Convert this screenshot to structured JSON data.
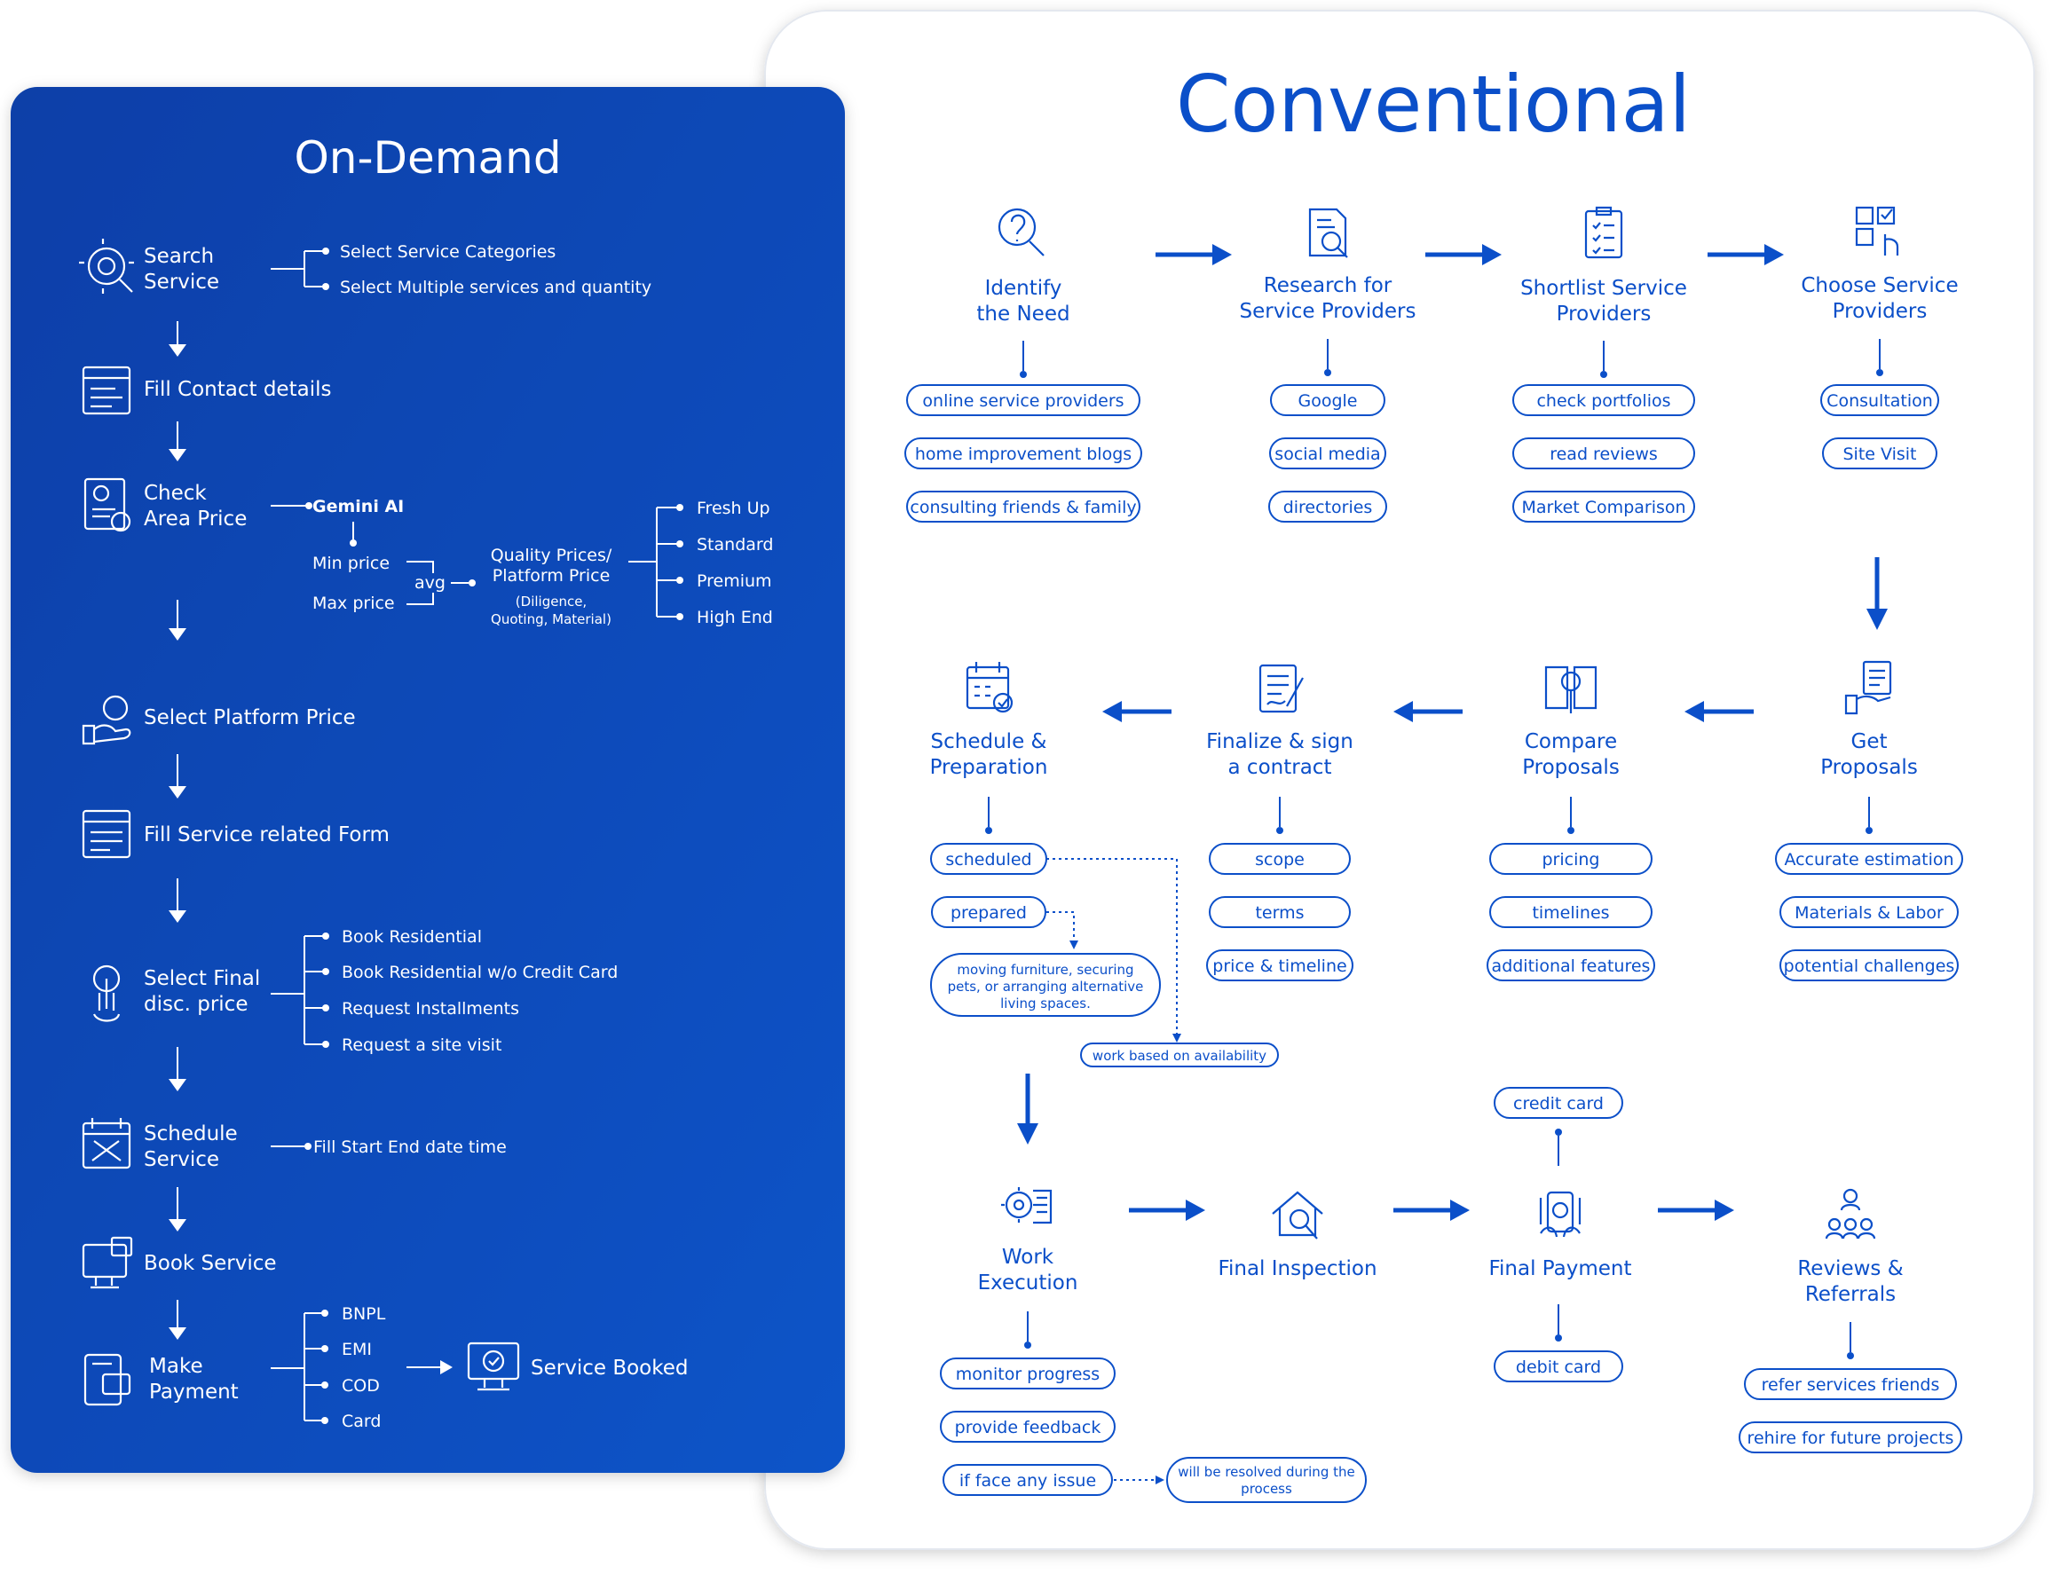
{
  "on_demand": {
    "title": "On-Demand",
    "search": {
      "label_line1": "Search",
      "label_line2": "Service",
      "options": [
        "Select Service Categories",
        "Select Multiple services and quantity"
      ]
    },
    "contact": {
      "label": "Fill Contact details"
    },
    "check": {
      "label_line1": "Check",
      "label_line2": "Area Price",
      "source": "Gemini AI",
      "min": "Min price",
      "max": "Max price",
      "avg": "avg",
      "quality_line1": "Quality Prices/",
      "quality_line2": "Platform Price",
      "quality_note1": "(Diligence,",
      "quality_note2": "Quoting, Material)",
      "tiers": [
        "Fresh Up",
        "Standard",
        "Premium",
        "High End"
      ]
    },
    "platform_price": {
      "label": "Select Platform Price"
    },
    "service_form": {
      "label": "Fill Service related Form"
    },
    "final_price": {
      "label_line1": "Select Final",
      "label_line2": "disc. price",
      "options": [
        "Book Residential",
        "Book Residential w/o Credit Card",
        "Request Installments",
        "Request a site visit"
      ]
    },
    "schedule": {
      "label_line1": "Schedule",
      "label_line2": "Service",
      "option": "Fill Start End date time"
    },
    "book": {
      "label": "Book Service"
    },
    "payment": {
      "label_line1": "Make",
      "label_line2": "Payment",
      "options": [
        "BNPL",
        "EMI",
        "COD",
        "Card"
      ],
      "result": "Service Booked"
    }
  },
  "conventional": {
    "title": "Conventional",
    "identify": {
      "line1": "Identify",
      "line2": "the Need",
      "pills": [
        "online service providers",
        "home improvement blogs",
        "consulting friends & family"
      ]
    },
    "research": {
      "line1": "Research for",
      "line2": "Service Providers",
      "pills": [
        "Google",
        "social media",
        "directories"
      ]
    },
    "shortlist": {
      "line1": "Shortlist Service",
      "line2": "Providers",
      "pills": [
        "check portfolios",
        "read reviews",
        "Market Comparison"
      ]
    },
    "choose": {
      "line1": "Choose Service",
      "line2": "Providers",
      "pills": [
        "Consultation",
        "Site Visit"
      ]
    },
    "proposals": {
      "line1": "Get",
      "line2": "Proposals",
      "pills": [
        "Accurate estimation",
        "Materials & Labor",
        "potential challenges"
      ]
    },
    "compare": {
      "line1": "Compare",
      "line2": "Proposals",
      "pills": [
        "pricing",
        "timelines",
        "additional features"
      ]
    },
    "finalize": {
      "line1": "Finalize & sign",
      "line2": "a contract",
      "pills": [
        "scope",
        "terms",
        "price & timeline"
      ]
    },
    "schedule": {
      "line1": "Schedule &",
      "line2": "Preparation",
      "pills": [
        "scheduled",
        "prepared"
      ],
      "note_line1": "moving furniture, securing",
      "note_line2": "pets, or arranging alternative",
      "note_line3": "living spaces.",
      "availability": "work based on availability"
    },
    "execution": {
      "line1": "Work",
      "line2": "Execution",
      "pills": [
        "monitor progress",
        "provide feedback",
        "if face any issue"
      ],
      "issue_note_line1": "will be resolved during the",
      "issue_note_line2": "process"
    },
    "inspection": {
      "label": "Final Inspection"
    },
    "payment": {
      "label": "Final Payment",
      "top_pill": "credit card",
      "bottom_pill": "debit card"
    },
    "reviews": {
      "line1": "Reviews &",
      "line2": "Referrals",
      "pills": [
        "refer services friends",
        "rehire for future projects"
      ]
    }
  },
  "colors": {
    "panel_blue": "#0b47b8",
    "accent_blue": "#0b4fc9",
    "panel_white": "#ffffff"
  },
  "icons": [
    "search-gear-icon",
    "form-icon",
    "price-doc-icon",
    "hand-coin-icon",
    "browser-form-icon",
    "touch-hand-icon",
    "calendar-tools-icon",
    "monitor-calendar-icon",
    "card-pay-icon",
    "monitor-check-icon",
    "question-search-icon",
    "document-search-icon",
    "checklist-icon",
    "grid-touch-icon",
    "hand-document-icon",
    "book-search-icon",
    "contract-sign-icon",
    "calendar-check-icon",
    "gear-document-icon",
    "house-search-icon",
    "phone-pay-icon",
    "people-network-icon"
  ]
}
